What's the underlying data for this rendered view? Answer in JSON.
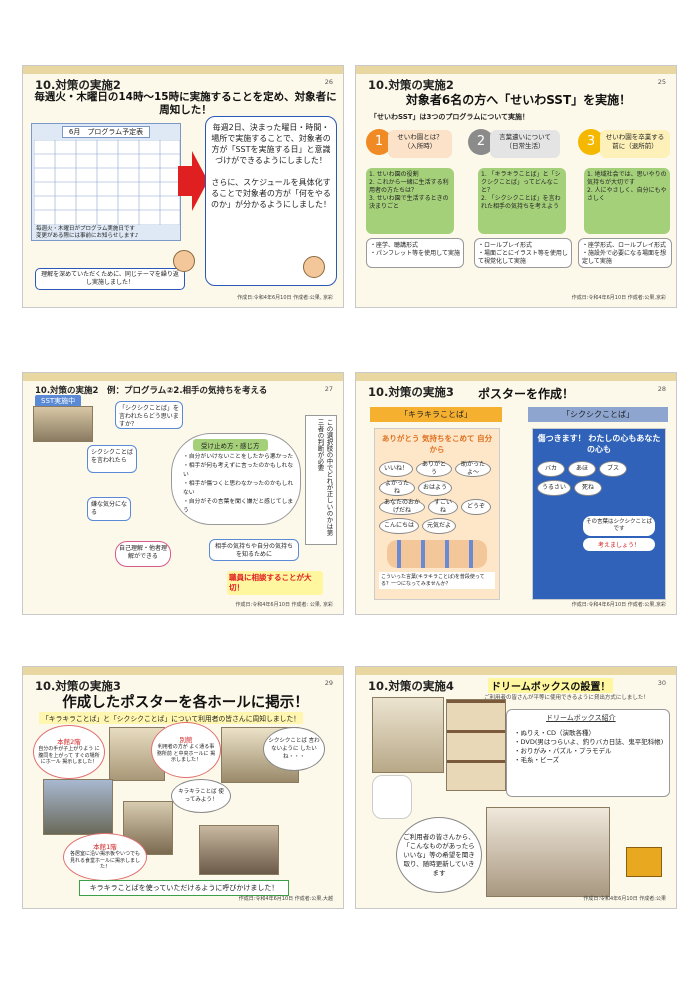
{
  "slides": [
    {
      "title": "10.対策の実施2",
      "page": "26",
      "headline": "毎週火・木曜日の14時～15時に実施することを定め、対象者に周知した！",
      "calendar_title": "6月　プログラム予定表",
      "calendar_caption": "毎週火・木曜日がプログラム実施日です\n変更がある際には事前にお知らせします♪",
      "callout_main": "毎週2日、決まった曜日・時間・場所で実施することで、対象者の方が「SSTを実施する日」と意識づけができるようにしました！\n\nさらに、スケジュールを具体化することで対象者の方が「何をやるのか」が分かるようにしました！",
      "note": "理解を深めていただくために、同じテーマを繰り返し実施しました！",
      "footer": "作成日:令和4年6月10日 作成者:公果, 京彩"
    },
    {
      "title": "10.対策の実施2",
      "page": "25",
      "headline": "対象者6名の方へ「せいわSST」を実施！",
      "sub": "「せいわSST」は3つのプログラムについて実施！",
      "programs": [
        {
          "num": "1",
          "label": "せいわ園とは？\n（入所時）",
          "items": "1. せいわ園の役割\n2. これから一緒に生活する利用者の方たちは？\n3. せいわ園で生活するときの決まりごと",
          "method": "・座学、聴講形式\n・パンフレット等を使用して実施"
        },
        {
          "num": "2",
          "label": "言葉遣いについて\n（日常生活）",
          "items": "1. 「キラキラことば」と「シクシクことば」ってどんなこと？\n2. 「シクシクことば」を言われた相手の気持ちを考えよう",
          "method": "・ロールプレイ形式\n・場面ごとにイラスト等を使用して視覚化して実施"
        },
        {
          "num": "3",
          "label": "せいわ園を卒業する前に（退所前）",
          "items": "1. 地域社会では、思いやりの気持ちが大切です\n2. 人にやさしく、自分にもやさしく",
          "method": "・座学形式、ロールプレイ形式\n・施設外で必要になる場面を想定して実施"
        }
      ],
      "footer": "作成日:令和4年6月10日 作成者:公果,京彩"
    },
    {
      "title": "10.対策の実施2　例：プログラム②2.相手の気持ちを考える",
      "page": "27",
      "tag": "SST実施中",
      "q1": "「シクシクことば」を言われたらどう思いますか？",
      "left1": "シクシクことばを言われたら",
      "left2": "嫌な気分になる",
      "left3": "自己理解・他者理解ができる",
      "accept": "受け止め方・感じ方",
      "thoughts": "・自分がいけないことをしたから悪かった\n・相手が何も考えずに言ったのかもしれない\n・相手が傷つくと思わなかったのかもしれない\n・自分がその言葉を聞く嫌だと感じてしまう",
      "vertical": "この選択肢の中でどれが正しいのかは第三者の判断が必要",
      "bottom_q": "相手の気持ちや自分の気持ちを知るために",
      "bottom_a": "職員に相談することが大切！",
      "footer": "作成日:令和4年6月10日 作成者: 公果, 京彩"
    },
    {
      "title": "10.対策の実施3",
      "page": "28",
      "headline": "ポスターを作成！",
      "poster1_label": "「キラキラことば」",
      "poster2_label": "「シクシクことば」",
      "poster1_heading": "ありがとう 気持ちをこめて 自分から",
      "poster1_words": [
        "いいね！",
        "ありがとう",
        "助かったよ〜",
        "よかったね",
        "おはよう",
        "あなたのおかげだね",
        "すごいね",
        "どうぞ",
        "こんにちは",
        "元気だよ"
      ],
      "poster1_footer": "こういった言葉(キラキラことば)を普段使ってる？一つになってみませんか？",
      "poster2_heading": "傷つきます！ わたしの心もあなたの心も",
      "poster2_words": [
        "バカ",
        "あほ",
        "ブス",
        "うるさい",
        "死ね",
        "その言葉はシクシクことばです",
        "考えましょう！"
      ],
      "footer": "作成日:令和4年6月10日 作成者:公果,京彩"
    },
    {
      "title": "10.対策の実施3",
      "page": "29",
      "headline": "作成したポスターを各ホールに掲示！",
      "sub": "「キラキラことば」と「シクシクことば」について利用者の皆さんに周知しました！",
      "b1_title": "本館2階",
      "b1": "自分の手が子上がりよう に腹同を上がって すぐの場所にホール 掲示しました！",
      "b2_title": "別館",
      "b2": "利用者の方が よく通る事務所前 と中央ホールに 掲示しました！",
      "b3": "シクシクことば 言わないように したいね・・・",
      "b4": "キラキラことば 使ってみよう！",
      "b5_title": "本館1階",
      "b5": "各居室に沿い掲示板やいつでも見れる食堂ホールに掲示しました！",
      "bottom": "キラキラことばを使っていただけるように呼びかけました！",
      "footer": "作成日:令和4年6月10日 作成者:公果,大越"
    },
    {
      "title": "10.対策の実施4",
      "page": "30",
      "headline": "ドリームボックスの設置！",
      "sub": "ご利用者の皆さんが平等に使用できるように貸出方式にしました！",
      "intro_title": "ドリームボックス紹介",
      "intro_items": "・ぬりえ・CD（演歌各種）\n・DVD(男はつらいよ、釣りバカ日誌、鬼平犯科帳)\n・おりがみ・パズル・プラモデル\n・毛糸・ビーズ",
      "cloud": "ご利用者の皆さんから、「こんなものがあったらいいな」等の希望を聞き取り、随時更新していきます",
      "footer": "作成日:令和4年6月10日 作成者:公果"
    }
  ]
}
